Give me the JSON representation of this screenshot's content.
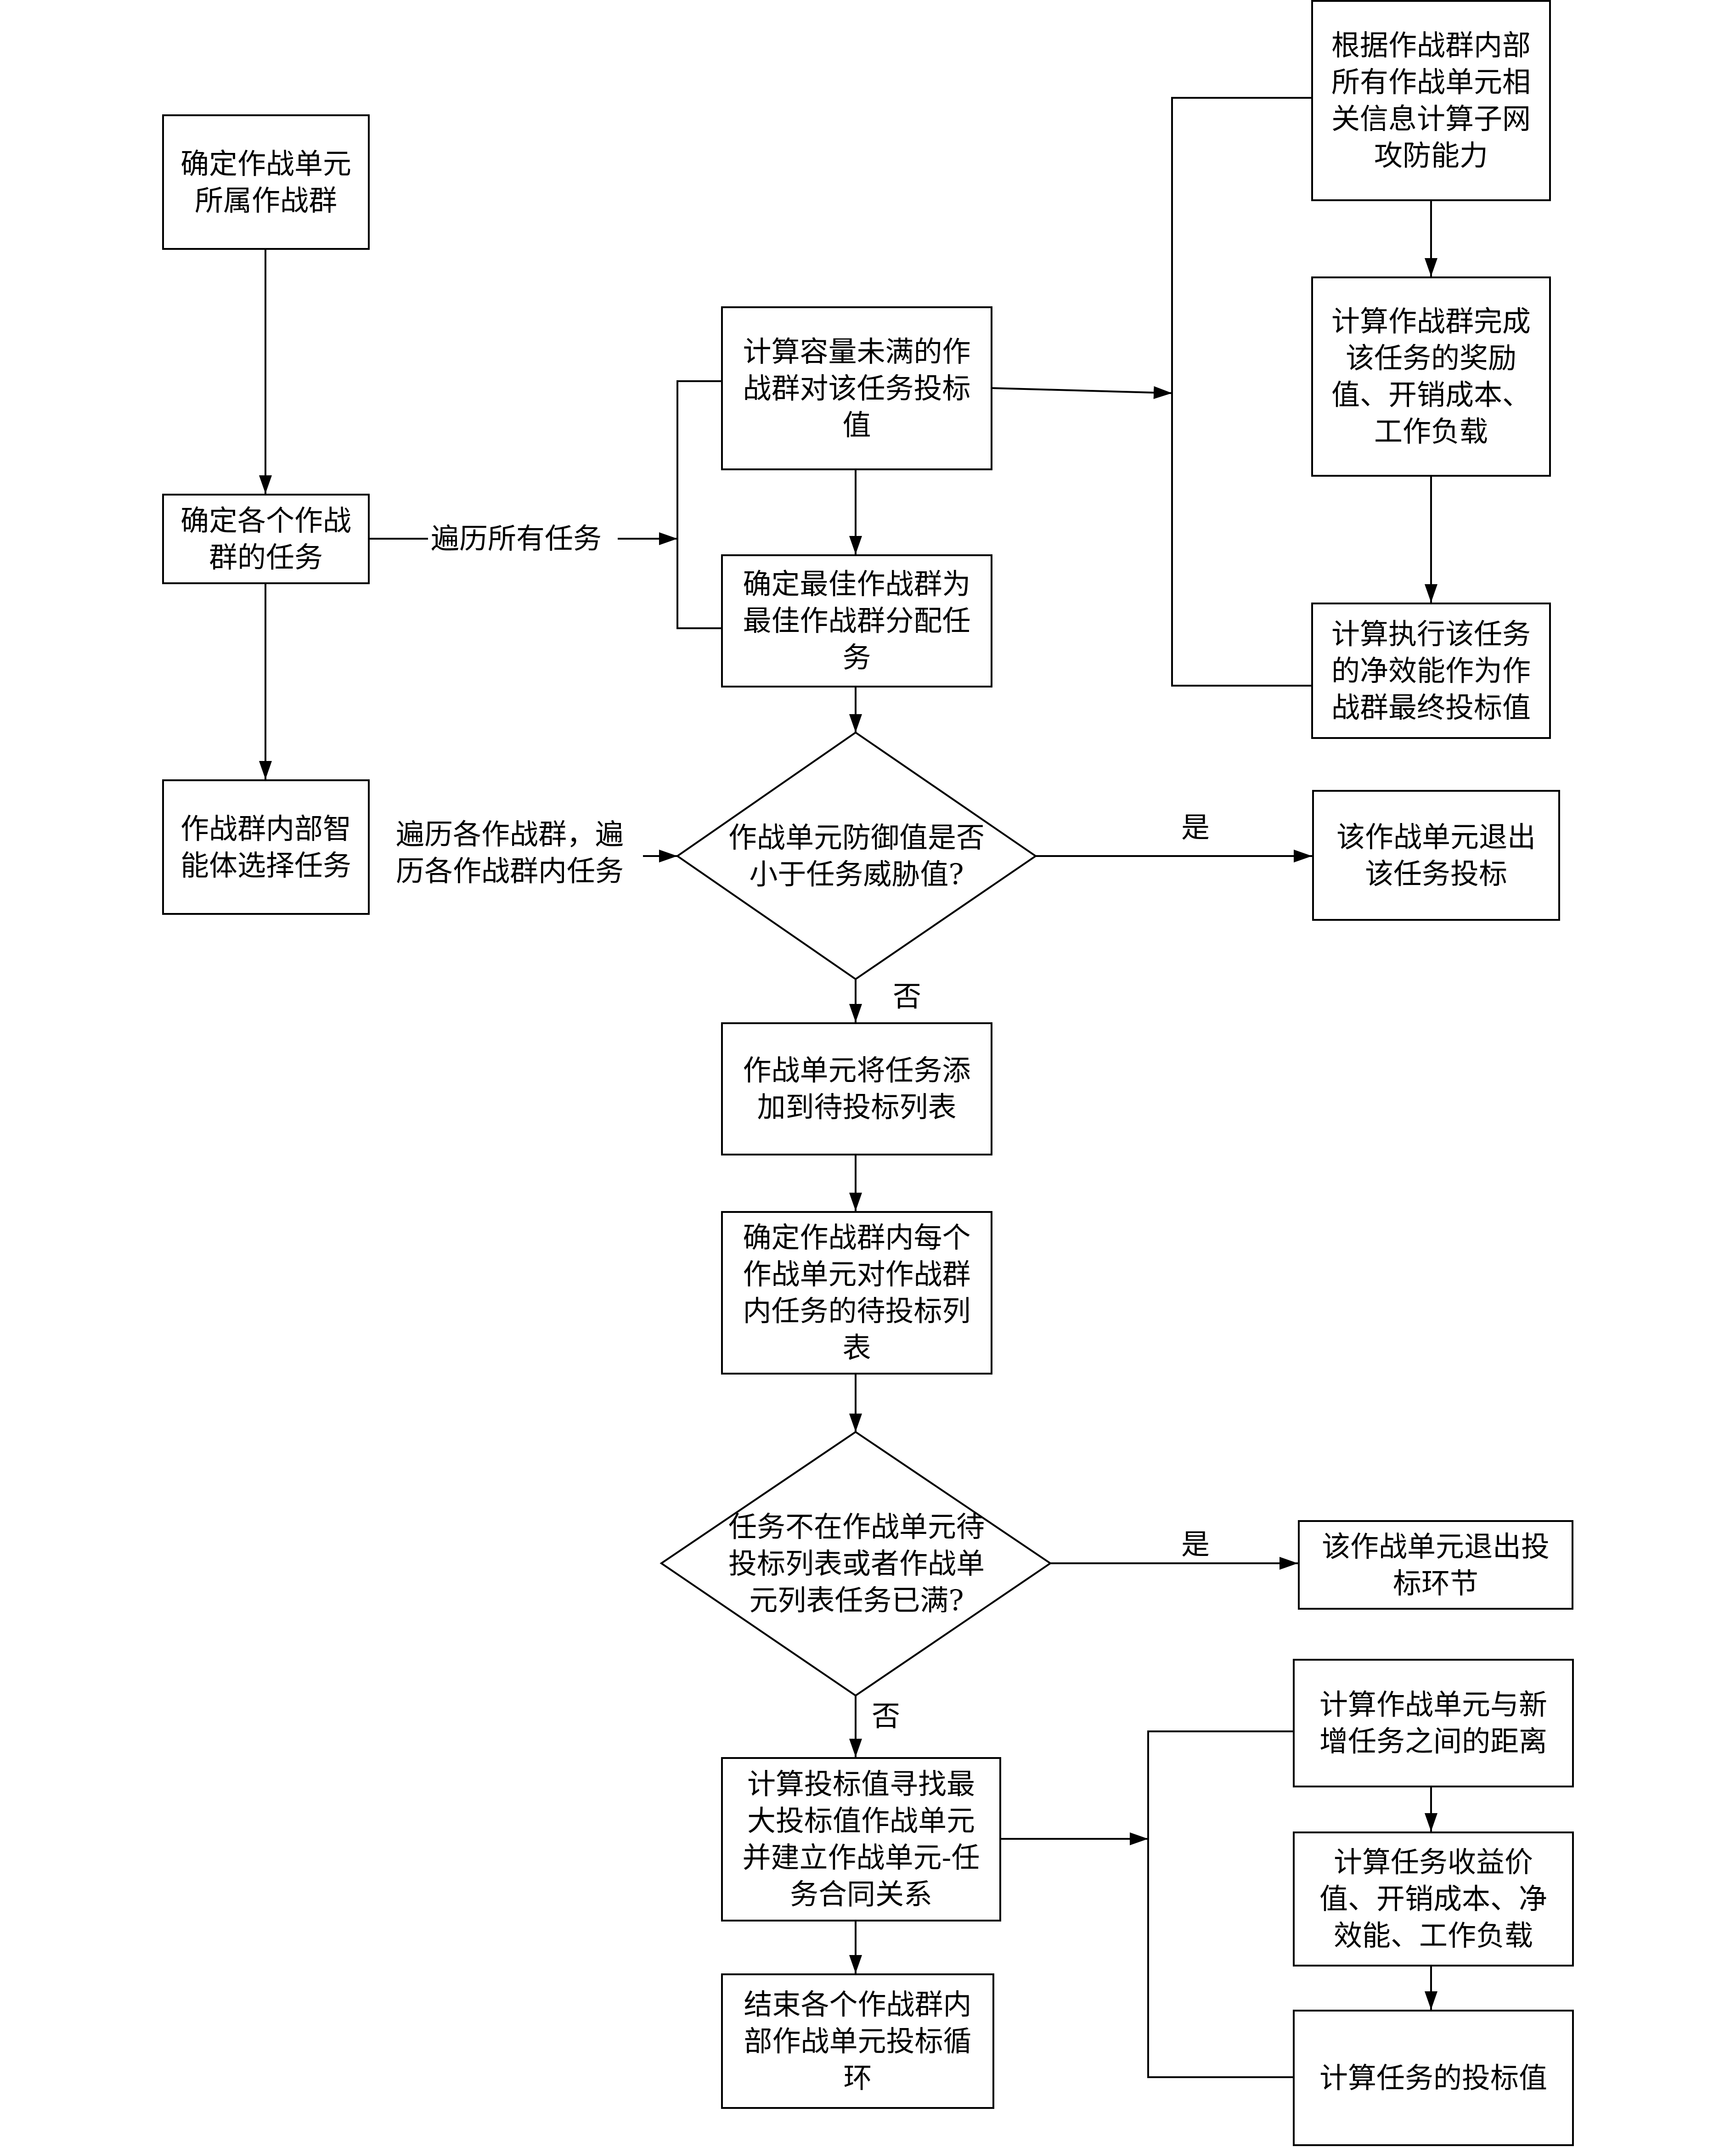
{
  "nodes": {
    "determine_group": "确定作战单元\n所属作战群",
    "determine_tasks": "确定各个作战\n群的任务",
    "agent_select": "作战群内部智\n能体选择任务",
    "calc_bid": "计算容量未满的作\n战群对该任务投标\n值",
    "assign_best": "确定最佳作战群为\n最佳作战群分配任\n务",
    "subnet_ability": "根据作战群内部\n所有作战单元相\n关信息计算子网\n攻防能力",
    "reward_cost": "计算作战群完成\n该任务的奖励\n值、开销成本、\n工作负载",
    "net_efficacy": "计算执行该任务\n的净效能作为作\n战群最终投标值",
    "defense_check": "作战单元防御值是否\n小于任务威胁值?",
    "exit_bid": "该作战单元退出\n该任务投标",
    "add_pending": "作战单元将任务添\n加到待投标列表",
    "pending_list": "确定作战群内每个\n作战单元对作战群\n内任务的待投标列\n表",
    "list_check": "任务不在作战单元待\n投标列表或者作战单\n元列表任务已满?",
    "exit_stage": "该作战单元退出投\n标环节",
    "calc_max_bid": "计算投标值寻找最\n大投标值作战单元\n并建立作战单元-任\n务合同关系",
    "end_loop": "结束各个作战群内\n部作战单元投标循\n环",
    "distance": "计算作战单元与新\n增任务之间的距离",
    "revenue": "计算任务收益价\n值、开销成本、净\n效能、工作负载",
    "task_bid": "计算任务的投标值"
  },
  "edge_labels": {
    "traverse_tasks": "遍历所有任务",
    "traverse_groups": "遍历各作战群，遍\n历各作战群内任务",
    "yes_1": "是",
    "no_1": "否",
    "yes_2": "是",
    "no_2": "否"
  }
}
